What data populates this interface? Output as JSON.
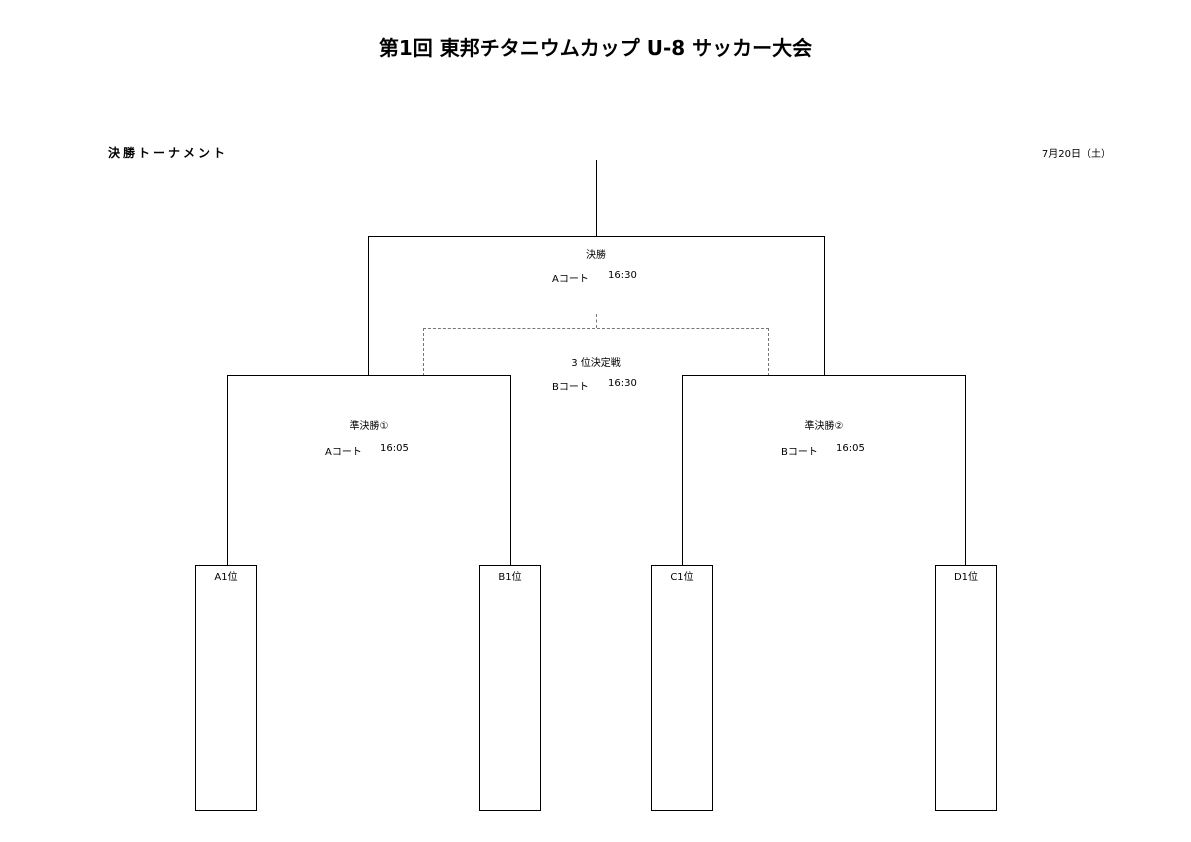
{
  "header": {
    "title": "第1回 東邦チタニウムカップ U-8 サッカー大会",
    "subtitle": "決勝トーナメント",
    "date": "7月20日（土）"
  },
  "matches": {
    "final": {
      "name": "決勝",
      "court": "Aコート",
      "time": "16:30"
    },
    "third_place": {
      "name": "3 位決定戦",
      "court": "Bコート",
      "time": "16:30"
    },
    "semifinal_1": {
      "name": "準決勝①",
      "court": "Aコート",
      "time": "16:05"
    },
    "semifinal_2": {
      "name": "準決勝②",
      "court": "Bコート",
      "time": "16:05"
    }
  },
  "teams": [
    {
      "label": "A1位"
    },
    {
      "label": "B1位"
    },
    {
      "label": "C1位"
    },
    {
      "label": "D1位"
    }
  ]
}
